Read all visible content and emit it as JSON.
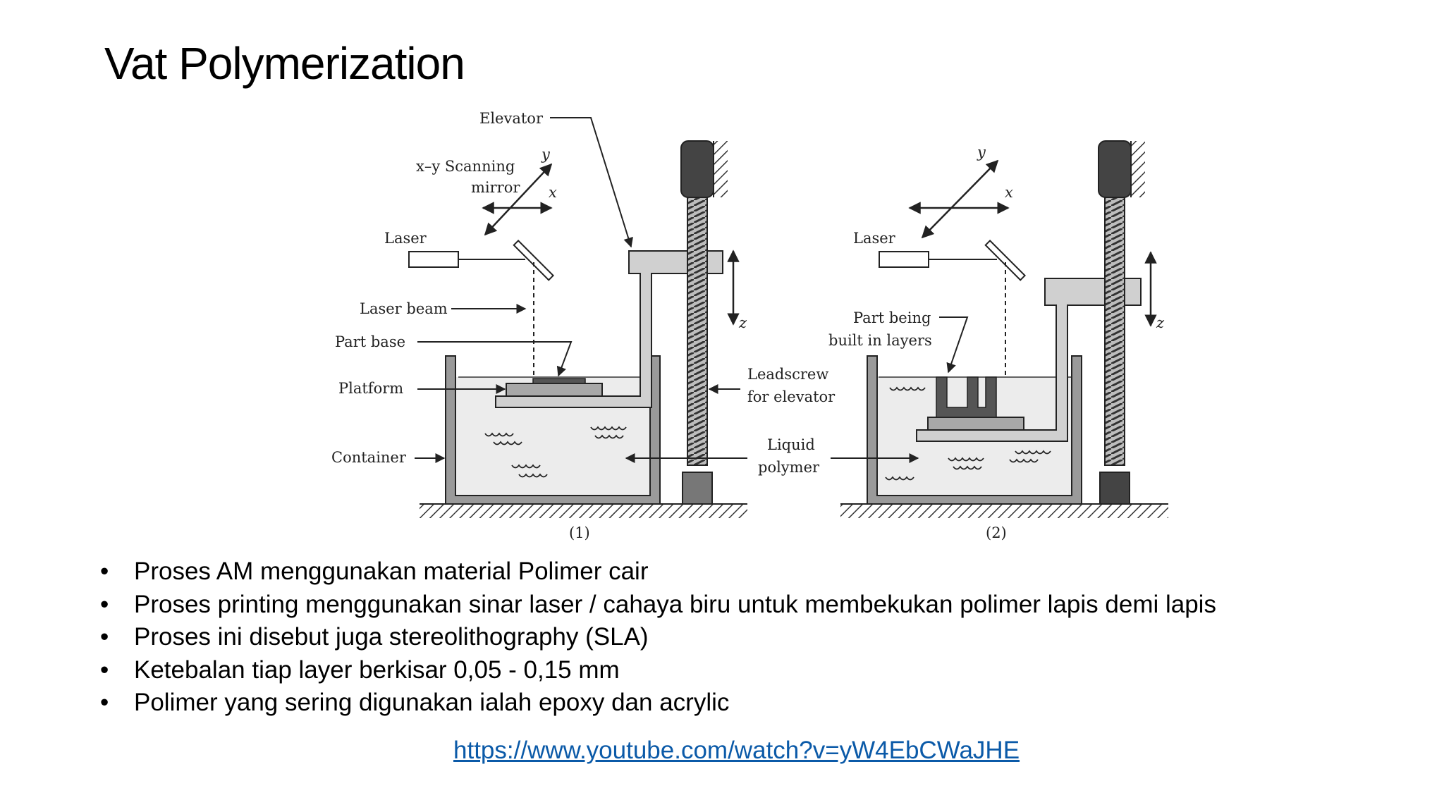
{
  "slide": {
    "title": "Vat Polymerization",
    "bullet_marker": "•",
    "bullets": [
      "Proses AM menggunakan material Polimer cair",
      "Proses printing menggunakan sinar laser / cahaya biru untuk membekukan polimer lapis demi lapis",
      "Proses ini disebut juga stereolithography (SLA)",
      "Ketebalan tiap layer berkisar 0,05 - 0,15 mm",
      "Polimer yang sering digunakan ialah epoxy dan acrylic"
    ],
    "link": "https://www.youtube.com/watch?v=yW4EbCWaJHE",
    "link_color": "#0b5aa8"
  },
  "diagram": {
    "labels": {
      "elevator": "Elevator",
      "scanning_line1": "x–y Scanning",
      "scanning_line2": "mirror",
      "laser_1": "Laser",
      "laser_beam": "Laser beam",
      "part_base": "Part base",
      "platform": "Platform",
      "container": "Container",
      "leadscrew_line1": "Leadscrew",
      "leadscrew_line2": "for elevator",
      "liquid_line1": "Liquid",
      "liquid_line2": "polymer",
      "laser_2": "Laser",
      "part_line1": "Part being",
      "part_line2": "built in layers",
      "axis_x": "x",
      "axis_y": "y",
      "axis_z": "z",
      "fig1": "(1)",
      "fig2": "(2)"
    }
  }
}
